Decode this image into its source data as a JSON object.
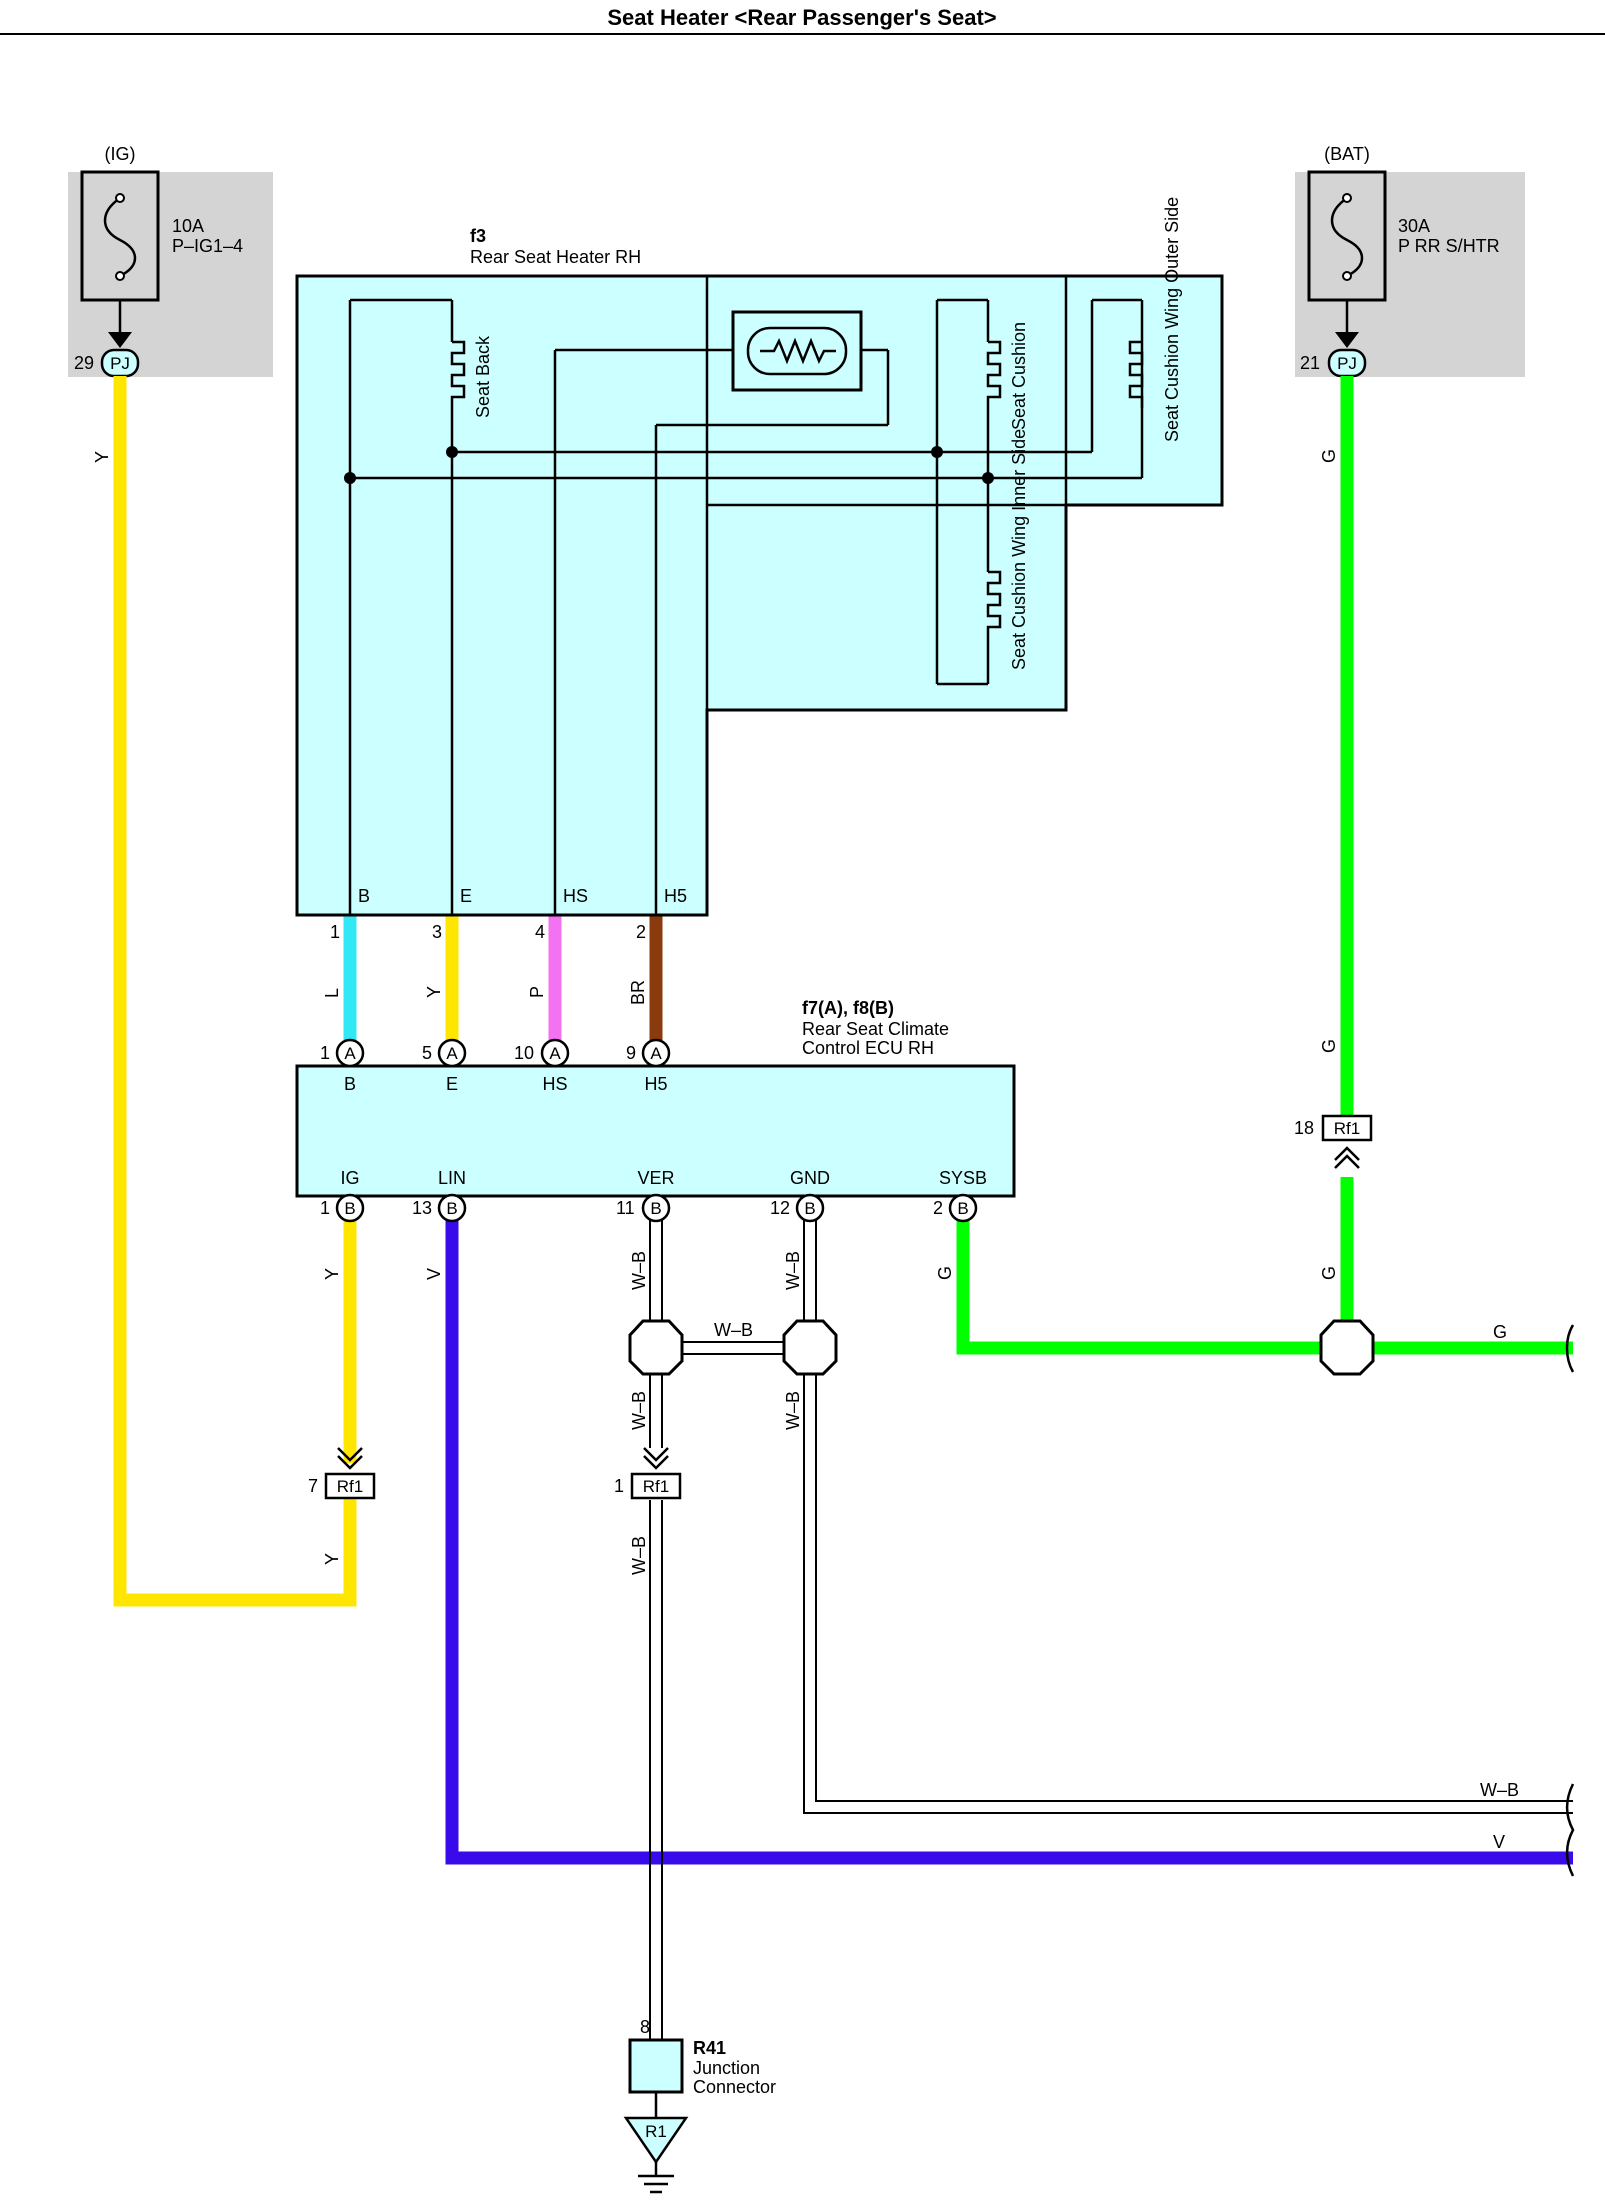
{
  "title": "Seat Heater <Rear Passenger's Seat>",
  "fuses": [
    {
      "source": "(IG)",
      "amp": "10A",
      "name": "P–IG1–4",
      "pin": "29",
      "connector": "PJ"
    },
    {
      "source": "(BAT)",
      "amp": "30A",
      "name": "P RR S/HTR",
      "pin": "21",
      "connector": "PJ"
    }
  ],
  "heater": {
    "code": "f3",
    "name": "Rear Seat Heater RH",
    "elements": [
      "Seat Back",
      "Seat Cushion",
      "Seat Cushion Wing Outer Side",
      "Seat Cushion Wing Inner Side"
    ],
    "terminals": [
      {
        "label": "B",
        "pin": "1",
        "wire": "L"
      },
      {
        "label": "E",
        "pin": "3",
        "wire": "Y"
      },
      {
        "label": "HS",
        "pin": "4",
        "wire": "P"
      },
      {
        "label": "H5",
        "pin": "2",
        "wire": "BR"
      }
    ]
  },
  "ecu": {
    "code": "f7(A), f8(B)",
    "name_line1": "Rear Seat Climate",
    "name_line2": "Control ECU RH",
    "top_terminals": [
      {
        "pin": "1",
        "conn": "A",
        "label": "B"
      },
      {
        "pin": "5",
        "conn": "A",
        "label": "E"
      },
      {
        "pin": "10",
        "conn": "A",
        "label": "HS"
      },
      {
        "pin": "9",
        "conn": "A",
        "label": "H5"
      }
    ],
    "bottom_terminals": [
      {
        "pin": "1",
        "conn": "B",
        "label": "IG",
        "wire": "Y"
      },
      {
        "pin": "13",
        "conn": "B",
        "label": "LIN",
        "wire": "V"
      },
      {
        "pin": "11",
        "conn": "B",
        "label": "VER",
        "wire": "W–B"
      },
      {
        "pin": "12",
        "conn": "B",
        "label": "GND",
        "wire": "W–B"
      },
      {
        "pin": "2",
        "conn": "B",
        "label": "SYSB",
        "wire": "G"
      }
    ]
  },
  "connectors": [
    {
      "pin": "7",
      "name": "Rf1"
    },
    {
      "pin": "1",
      "name": "Rf1"
    },
    {
      "pin": "18",
      "name": "Rf1"
    }
  ],
  "wire_labels": {
    "y": "Y",
    "g": "G",
    "v": "V",
    "wb": "W–B",
    "l": "L",
    "p": "P",
    "br": "BR"
  },
  "junction": {
    "code": "R41",
    "line1": "Junction",
    "line2": "Connector",
    "pin": "8"
  },
  "ground": {
    "label": "R1"
  },
  "colors": {
    "yellow": "#ffe600",
    "green": "#00ff00",
    "violet": "#3a0bea",
    "cyan": "#33e8f5",
    "pink": "#f272f2",
    "brown": "#8b3a0e",
    "box": "#ccffff",
    "fuse_bg": "#d4d4d4"
  }
}
